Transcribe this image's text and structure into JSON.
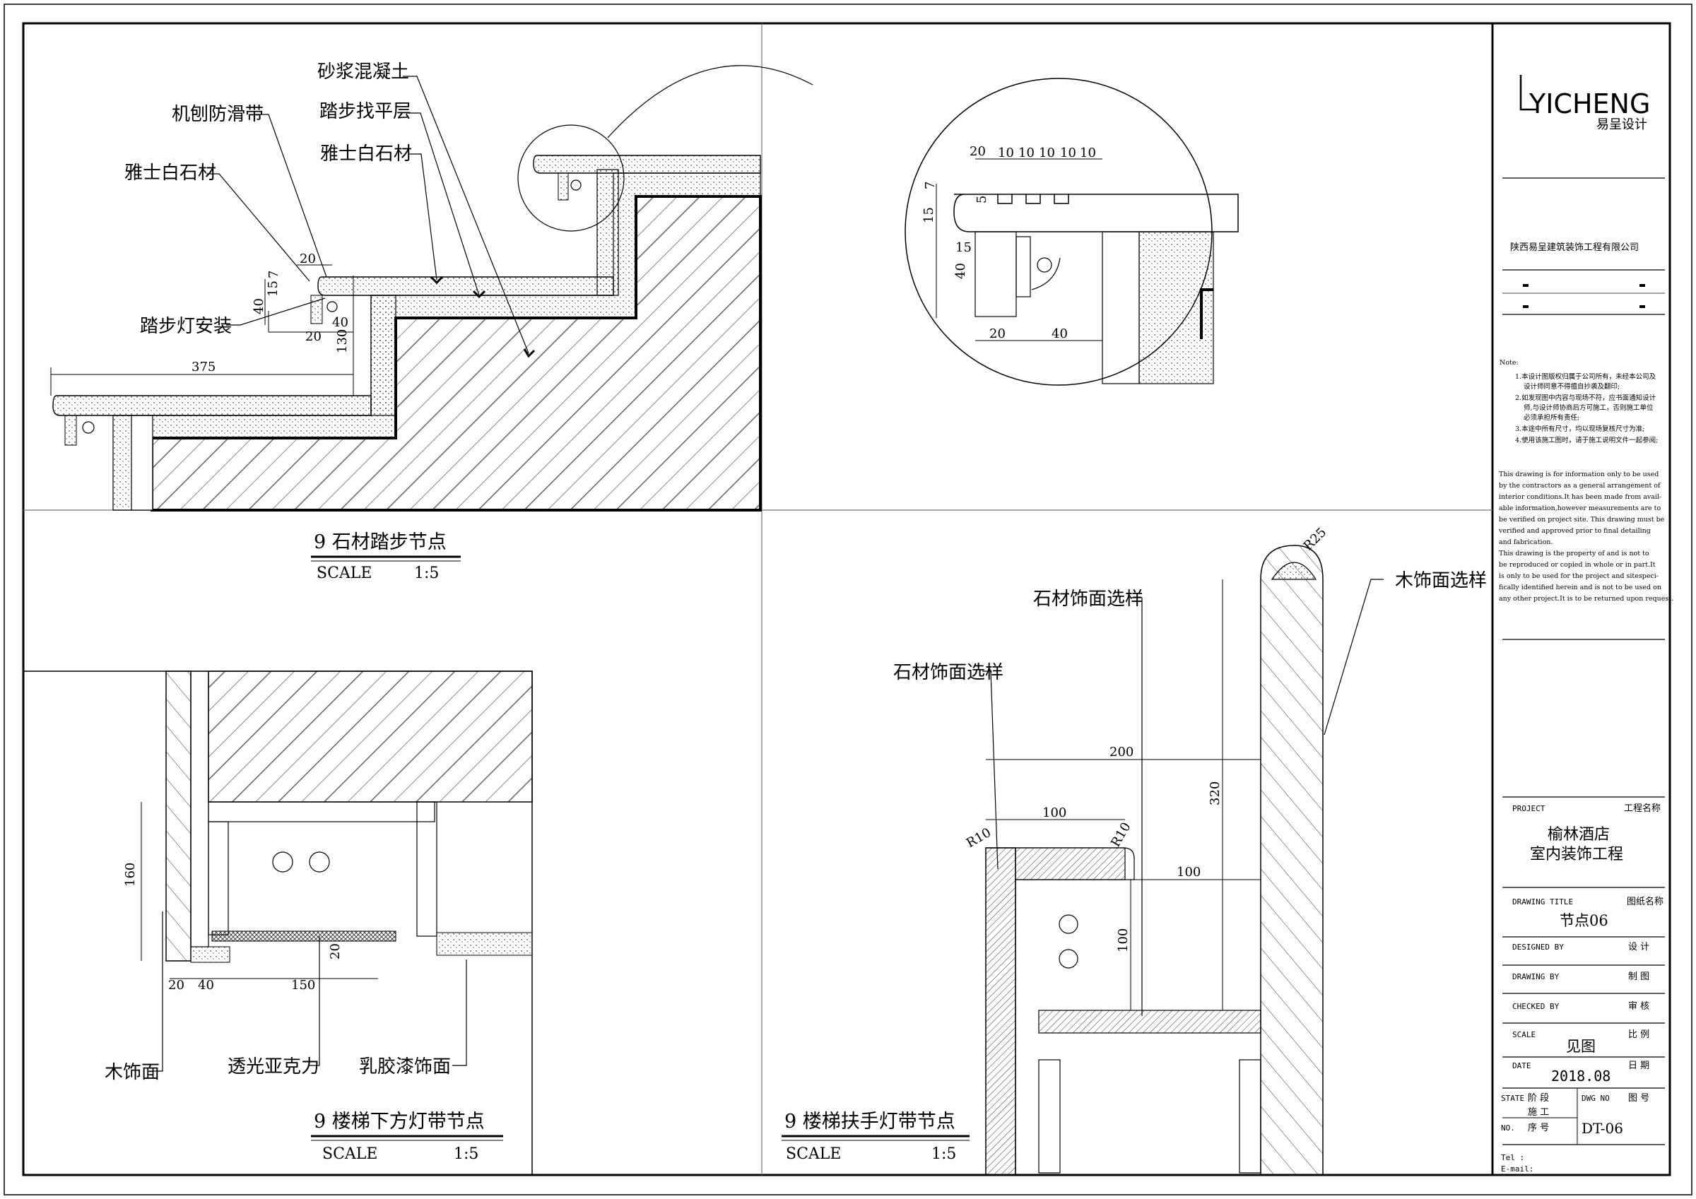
{
  "drawing": {
    "detail_stone_step": {
      "title": "9 石材踏步节点",
      "scale_label": "SCALE",
      "scale_value": "1:5",
      "labels": {
        "mortar_concrete": "砂浆混凝土",
        "anti_slip": "机刨防滑带",
        "leveling_layer": "踏步找平层",
        "stone_a": "雅士白石材",
        "stone_b": "雅士白石材",
        "step_light": "踏步灯安装"
      },
      "dims": [
        "20",
        "7",
        "15",
        "40",
        "40",
        "20",
        "130",
        "375"
      ]
    },
    "detail_zoom": {
      "dims_top": [
        "20",
        "10",
        "10",
        "10",
        "10",
        "10"
      ],
      "dims_left": [
        "7",
        "5",
        "15",
        "15",
        "40"
      ],
      "dims_bottom": [
        "20",
        "40"
      ]
    },
    "detail_under_stair": {
      "title": "9 楼梯下方灯带节点",
      "scale_label": "SCALE",
      "scale_value": "1:5",
      "labels": {
        "wood_face": "木饰面",
        "acrylic": "透光亚克力",
        "latex_paint": "乳胶漆饰面"
      },
      "dims": [
        "160",
        "20",
        "40",
        "150",
        "20"
      ]
    },
    "detail_handrail": {
      "title": "9 楼梯扶手灯带节点",
      "scale_label": "SCALE",
      "scale_value": "1:5",
      "labels": {
        "stone_face_a": "石材饰面选样",
        "stone_face_b": "石材饰面选样",
        "wood_face": "木饰面选样"
      },
      "dims": [
        "200",
        "100",
        "320",
        "100",
        "100",
        "R10",
        "R10",
        "R25"
      ]
    }
  },
  "title_block": {
    "logo_text": "YICHENG",
    "logo_sub": "易呈设计",
    "company": "陕西易呈建筑装饰工程有限公司",
    "note_label": "Note:",
    "notes_cn": [
      "1.本设计图版权归属于公司所有，未经本公司及",
      "设计师同意不得擅自抄袭及翻印;",
      "2.如发现图中内容与现场不符，应书面通知设计",
      "师,与设计师协商后方可施工，否则施工单位",
      "必须承担所有责任;",
      "3.本途中所有尺寸，均以现场复核尺寸为准;",
      "4.使用该施工图时，请于施工说明文件一起参阅;"
    ],
    "notes_en": [
      "This drawing is for information only to be used",
      "by the contractors as a general arrangement of",
      "interior conditions.It has been made from avail-",
      "able  information,however measurements are to",
      "be verified on project site. This drawing must be",
      "verified and approved prior to final detailing",
      "and fabrication.",
      "  This drawing is the property of and is not to",
      "be reproduced or copied in whole or in part.It",
      "is only to be used for the project  and sitespeci-",
      "fically  identified herein and is not to be used on",
      "any other project.It is to be returned upon request."
    ],
    "project_label": "PROJECT",
    "project_label_cn": "工程名称",
    "project_name_1": "榆林酒店",
    "project_name_2": "室内装饰工程",
    "drawing_title_label": "DRAWING TITLE",
    "drawing_title_label_cn": "图纸名称",
    "drawing_title": "节点06",
    "designed_by": "DESIGNED  BY",
    "designed_by_cn": "设    计",
    "drawing_by": "DRAWING  BY",
    "drawing_by_cn": "制    图",
    "checked_by": "CHECKED  BY",
    "checked_by_cn": "审    核",
    "scale_label": "SCALE",
    "scale_label_cn": "比    例",
    "scale_value": "见图",
    "date_label": "DATE",
    "date_label_cn": "日    期",
    "date_value": "2018.08",
    "state_label": "STATE",
    "state_cn_1": "阶    段",
    "state_cn_2": "施    工",
    "dwg_no_label": "DWG NO",
    "dwg_no_cn": "图    号",
    "no_label": "NO.",
    "no_cn": "序    号",
    "dwg_no": "DT-06",
    "tel_label": "Tel :",
    "email_label": "E-mail:"
  }
}
